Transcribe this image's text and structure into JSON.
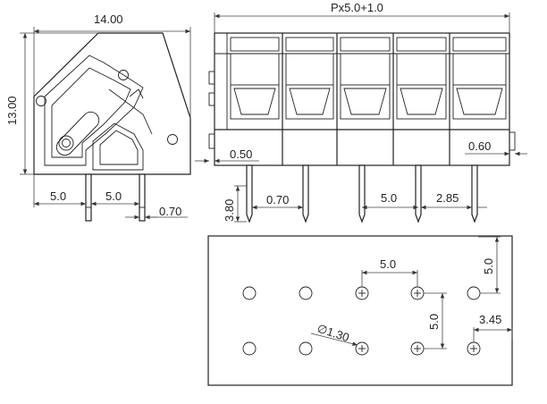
{
  "dimensions": {
    "side_width": "14.00",
    "side_height": "13.00",
    "pitch_left_a": "5.0",
    "pitch_left_b": "5.0",
    "pin_width_side": "0.70",
    "front_width": "Px5.0+1.0",
    "front_offset": "0.50",
    "front_offset_right": "0.60",
    "pin_length": "3.80",
    "pin_width_front": "0.70",
    "pitch_front": "5.0",
    "pin_spacing_front": "2.85",
    "pcb_pitch_h": "5.0",
    "pcb_pitch_v_right": "5.0",
    "pcb_row_pitch": "5.0",
    "pcb_edge": "3.45",
    "hole_diameter": "∅1.30"
  }
}
